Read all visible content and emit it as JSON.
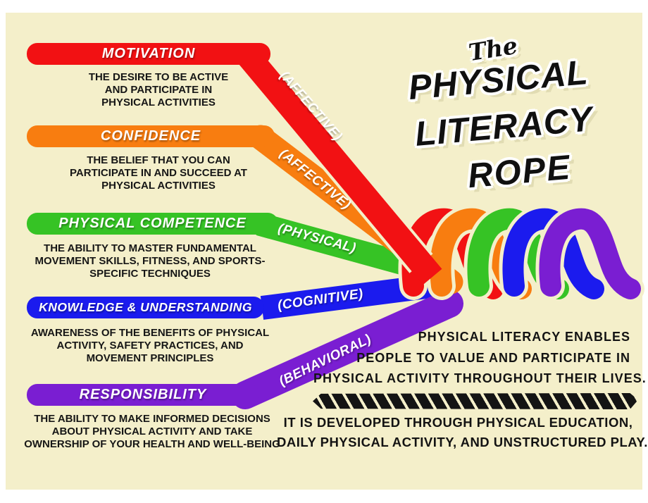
{
  "colors": {
    "page_background": "#ffffff",
    "canvas_background": "#f4efca",
    "ink": "#141414",
    "red": "#f21113",
    "orange": "#f87d10",
    "green": "#36c325",
    "blue": "#1b1bee",
    "purple": "#7a1ed2"
  },
  "title": {
    "the": "The",
    "line1": "PHYSICAL",
    "line2": "LITERACY",
    "line3": "ROPE"
  },
  "strands": [
    {
      "label": "MOTIVATION",
      "domain": "(AFFECTIVE)",
      "color": "#f21113",
      "desc_lines": [
        "THE DESIRE TO BE ACTIVE",
        "AND PARTICIPATE IN",
        "PHYSICAL ACTIVITIES"
      ]
    },
    {
      "label": "CONFIDENCE",
      "domain": "(AFFECTIVE)",
      "color": "#f87d10",
      "desc_lines": [
        "THE BELIEF THAT YOU CAN",
        "PARTICIPATE IN AND SUCCEED AT",
        "PHYSICAL ACTIVITIES"
      ]
    },
    {
      "label": "PHYSICAL COMPETENCE",
      "domain": "(PHYSICAL)",
      "color": "#36c325",
      "desc_lines": [
        "THE ABILITY TO MASTER FUNDAMENTAL",
        "MOVEMENT SKILLS, FITNESS, AND SPORTS-",
        "SPECIFIC TECHNIQUES"
      ]
    },
    {
      "label": "KNOWLEDGE & UNDERSTANDING",
      "domain": "(COGNITIVE)",
      "color": "#1b1bee",
      "desc_lines": [
        "AWARENESS OF THE BENEFITS OF PHYSICAL",
        "ACTIVITY, SAFETY PRACTICES, AND",
        "MOVEMENT PRINCIPLES"
      ]
    },
    {
      "label": "RESPONSIBILITY",
      "domain": "(BEHAVIORAL)",
      "color": "#7a1ed2",
      "desc_lines": [
        "THE ABILITY TO MAKE INFORMED DECISIONS",
        "ABOUT PHYSICAL ACTIVITY AND TAKE",
        "OWNERSHIP OF YOUR HEALTH AND WELL-BEING"
      ]
    }
  ],
  "footer": {
    "paragraph1_lines": [
      "PHYSICAL LITERACY ENABLES",
      "PEOPLE TO VALUE AND PARTICIPATE IN",
      "PHYSICAL ACTIVITY THROUGHOUT THEIR LIVES."
    ],
    "paragraph2_lines": [
      "IT IS DEVELOPED THROUGH PHYSICAL EDUCATION,",
      "DAILY PHYSICAL ACTIVITY, AND UNSTRUCTURED PLAY."
    ]
  }
}
